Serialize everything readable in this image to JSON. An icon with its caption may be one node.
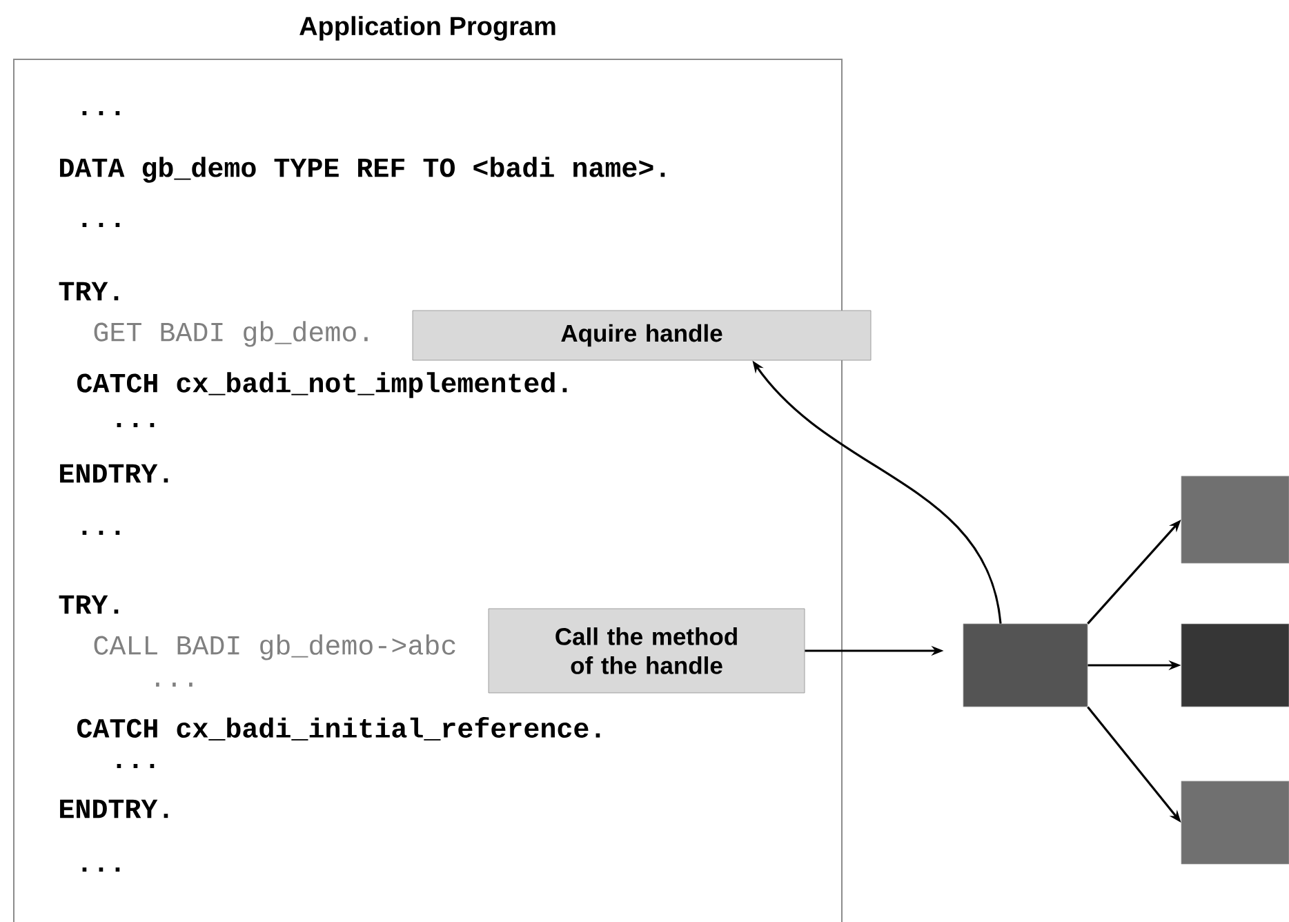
{
  "diagram": {
    "nodes": [
      {
        "text": [
          "Application Program"
        ]
      },
      {
        "text": [
          "Aquire handle"
        ]
      },
      {
        "text": [
          "Call the method of the handle"
        ],
        "in": 0
      },
      {
        "text": [],
        "shape": "box"
      },
      {
        "text": [],
        "shape": "box"
      },
      {
        "text": [],
        "shape": "box"
      },
      {
        "text": [],
        "shape": "box"
      }
    ],
    "edges": [
      {
        "from": 3,
        "to": 1,
        "arrow": "to"
      },
      {
        "from": 2,
        "to": 3,
        "arrow": "to"
      },
      {
        "from": 3,
        "to": 4,
        "arrow": "to"
      },
      {
        "from": 3,
        "to": 5,
        "arrow": "to"
      },
      {
        "from": 3,
        "to": 6,
        "arrow": "to"
      }
    ],
    "labels": [
      "...",
      "DATA gb_demo TYPE REF TO <badi name>.",
      "...",
      "TRY.",
      "GET BADI gb_demo.",
      "CATCH cx_badi_not_implemented.",
      "...",
      "ENDTRY.",
      "...",
      "TRY.",
      "CALL BADI gb_demo->abc",
      "...",
      "CATCH cx_badi_initial_reference.",
      "...",
      "ENDTRY.",
      "..."
    ]
  }
}
